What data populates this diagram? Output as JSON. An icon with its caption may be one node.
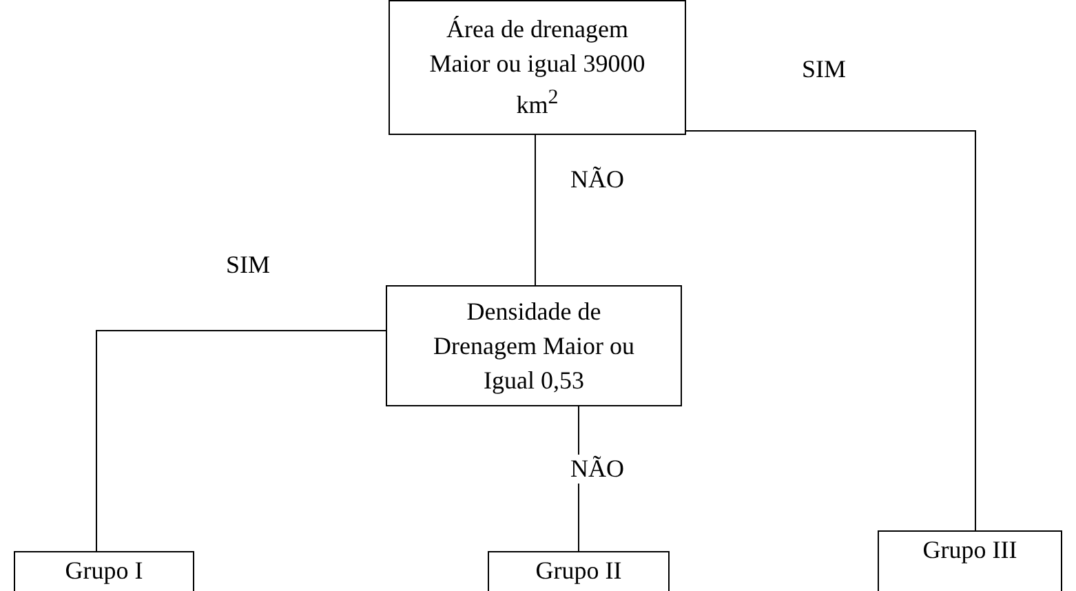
{
  "diagram": {
    "nodes": [
      {
        "text": [
          "Área de drenagem Maior ou igual 39000 km$^{2}$"
        ]
      },
      {
        "text": [
          "Densidade de Drenagem Maior ou Igual 0,53"
        ]
      },
      {
        "text": [
          "Grupo I"
        ]
      },
      {
        "text": [
          "Grupo II"
        ]
      },
      {
        "text": [
          "Grupo III"
        ]
      }
    ],
    "edges": [
      {
        "from": 0,
        "to": 4,
        "arrow": "none",
        "label": "SIM"
      },
      {
        "from": 0,
        "to": 1,
        "arrow": "none",
        "label": "NÃO"
      },
      {
        "from": 1,
        "to": 2,
        "arrow": "none",
        "label": "SIM"
      },
      {
        "from": 1,
        "to": 3,
        "arrow": "none",
        "label": "NÃO"
      }
    ]
  }
}
